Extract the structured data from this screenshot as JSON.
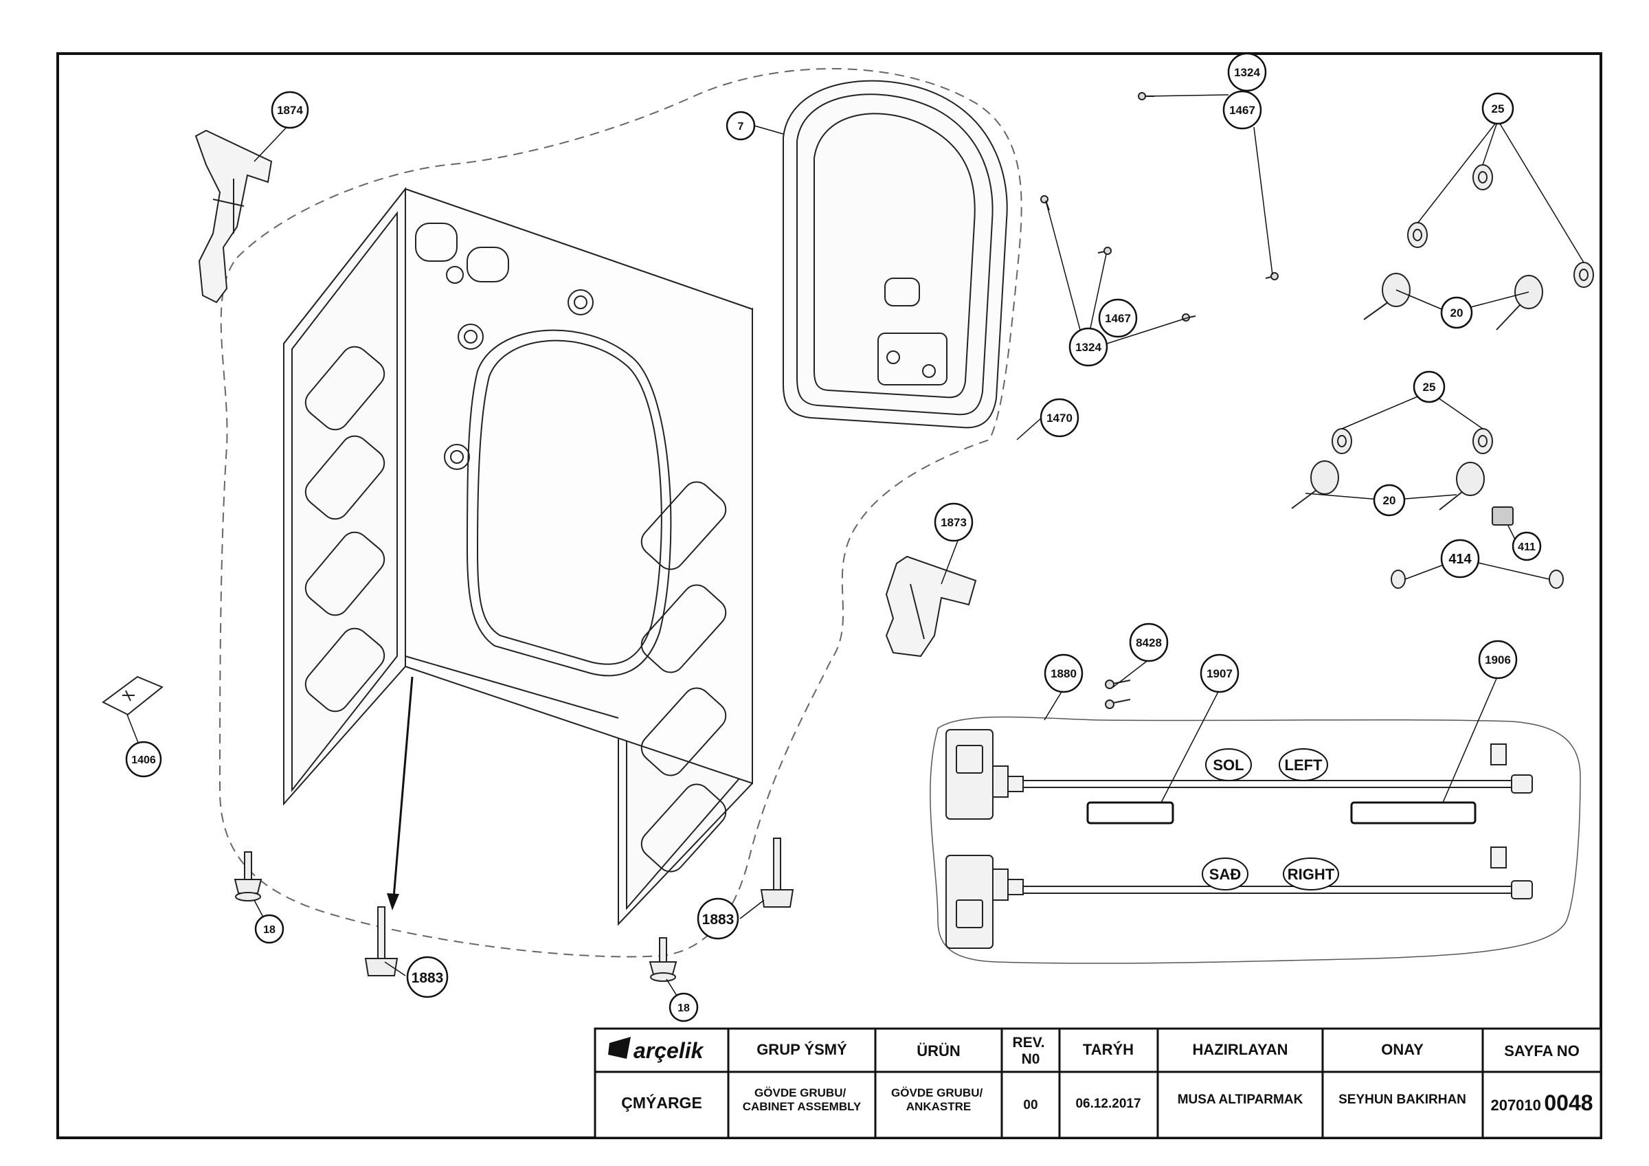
{
  "callouts": {
    "c1874": "1874",
    "c7": "7",
    "c1324a": "1324",
    "c1467a": "1467",
    "c1467b": "1467",
    "c1324b": "1324",
    "c25a": "25",
    "c20a": "20",
    "c25b": "25",
    "c20b": "20",
    "c1470": "1470",
    "c1873": "1873",
    "c411": "411",
    "c414": "414",
    "c8428": "8428",
    "c1880": "1880",
    "c1907": "1907",
    "c1906": "1906",
    "c1406": "1406",
    "c18a": "18",
    "c18b": "18",
    "c1883a": "1883",
    "c1883b": "1883"
  },
  "hinge_labels": {
    "sol": "SOL",
    "left": "LEFT",
    "sad": "SAĐ",
    "right": "RIGHT"
  },
  "title_block": {
    "brand": "arçelik",
    "brand_side": "ÇMÝARGE",
    "headers": {
      "group_name": "GRUP ÝSMÝ",
      "product": "ÜRÜN",
      "rev_no": "REV.\nN0",
      "date": "TARÝH",
      "prepared_by": "HAZIRLAYAN",
      "approval": "ONAY",
      "page_no": "SAYFA NO"
    },
    "values": {
      "group_name": "GÖVDE GRUBU/\nCABINET ASSEMBLY",
      "product": "GÖVDE GRUBU/\nANKASTRE",
      "rev_no": "00",
      "date": "06.12.2017",
      "prepared_by": "MUSA ALTIPARMAK",
      "approval": "SEYHUN BAKIRHAN",
      "page_no_prefix": "207010",
      "page_no_suffix": "0048"
    }
  }
}
